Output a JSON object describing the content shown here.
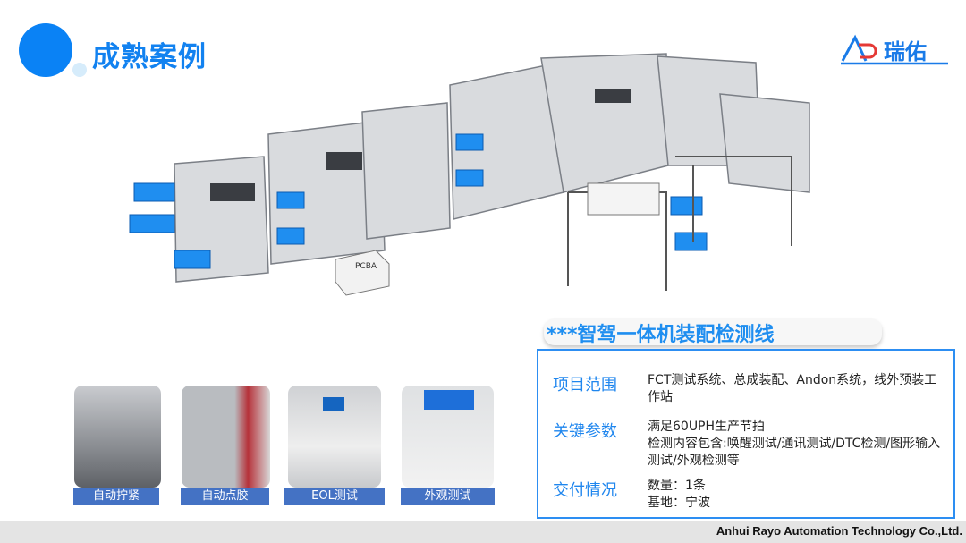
{
  "header": {
    "title": "成熟案例",
    "logo_text": "瑞佑"
  },
  "machine": {
    "box_label": "PCBA"
  },
  "line_title": "***智驾一体机装配检测线",
  "info": [
    {
      "key": "项目范围",
      "lines": [
        "FCT测试系统、总成装配、Andon系统，线外预装工作站"
      ]
    },
    {
      "key": "关键参数",
      "lines": [
        "满足60UPH生产节拍",
        "检测内容包含:唤醒测试/通讯测试/DTC检测/图形输入测试/外观检测等"
      ]
    },
    {
      "key": "交付情况",
      "lines": [
        "数量：1条",
        "基地：宁波"
      ]
    }
  ],
  "photos": [
    {
      "label": "自动拧紧"
    },
    {
      "label": "自动点胶"
    },
    {
      "label": "EOL测试"
    },
    {
      "label": "外观测试"
    }
  ],
  "footer": "Anhui Rayo Automation Technology Co.,Ltd.",
  "colors": {
    "accent": "#0a82f5",
    "label_bg": "#4472c4",
    "border": "#2d8ef2"
  }
}
